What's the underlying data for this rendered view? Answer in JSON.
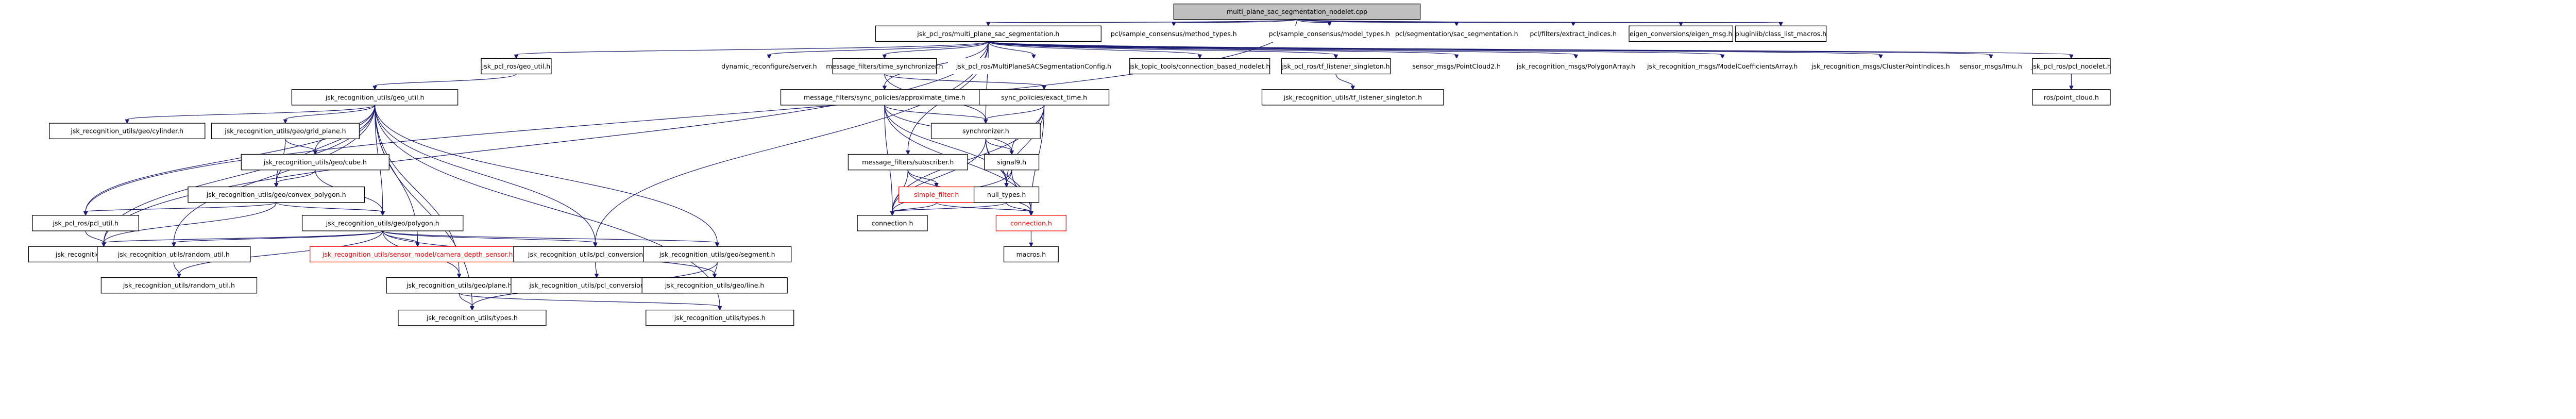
{
  "title": "multi_plane_sac_segmentation_nodelet.cpp",
  "nodes": {
    "root": "multi_plane_sac_segmentation_nodelet.cpp",
    "mpss_h": "jsk_pcl_ros/multi_plane_sac_segmentation.h",
    "sac_method": "pcl/sample_consensus/method_types.h",
    "sac_model": "pcl/sample_consensus/model_types.h",
    "sac_seg": "pcl/segmentation/sac_segmentation.h",
    "extract_idx": "pcl/filters/extract_indices.h",
    "eigen_msg": "eigen_conversions/eigen_msg.h",
    "class_list": "pluginlib/class_list_macros.h",
    "geo_util_ros": "jsk_pcl_ros/geo_util.h",
    "dyn_reconf": "dynamic_reconfigure/server.h",
    "time_sync": "message_filters/time_synchronizer.h",
    "mpss_cfg": "jsk_pcl_ros/MultiPlaneSACSegmentationConfig.h",
    "cbn": "jsk_topic_tools/connection_based_nodelet.h",
    "tf_listener": "jsk_pcl_ros/tf_listener_singleton.h",
    "pc2": "sensor_msgs/PointCloud2.h",
    "polyarr": "jsk_recognition_msgs/PolygonArray.h",
    "modelcoef": "jsk_recognition_msgs/ModelCoefficientsArray.h",
    "cpi": "jsk_recognition_msgs/ClusterPointIndices.h",
    "imu": "sensor_msgs/Imu.h",
    "pcl_nodelet": "jsk_pcl_ros/pcl_nodelet.h",
    "point_cloud": "ros/point_cloud.h",
    "ru_geo_util": "jsk_recognition_utils/geo_util.h",
    "sync_approx": "message_filters/sync_policies/approximate_time.h",
    "sync_exact": "sync_policies/exact_time.h",
    "ru_tf_listener": "jsk_recognition_utils/tf_listener_singleton.h",
    "cylinder": "jsk_recognition_utils/geo/cylinder.h",
    "grid_plane": "jsk_recognition_utils/geo/grid_plane.h",
    "synchronizer": "synchronizer.h",
    "cube": "jsk_recognition_utils/geo/cube.h",
    "mf_subscriber": "message_filters/subscriber.h",
    "signal9": "signal9.h",
    "convex_polygon": "jsk_recognition_utils/geo/convex_polygon.h",
    "simple_filter": "simple_filter.h",
    "null_types": "null_types.h",
    "polygon": "jsk_recognition_utils/geo/polygon.h",
    "pcl_util_ros": "jsk_pcl_ros/pcl_util.h",
    "connection_black": "connection.h",
    "connection_red": "connection.h",
    "ru_pcl_util": "jsk_recognition_utils/pcl_util.h",
    "random_util": "jsk_recognition_utils/random_util.h",
    "depth_sensor": "jsk_recognition_utils/sensor_model/camera_depth_sensor.h",
    "pcl_conv": "jsk_recognition_utils/pcl_conversion_util.h",
    "segment": "jsk_recognition_utils/geo/segment.h",
    "macros": "macros.h",
    "ru_random_util": "jsk_recognition_utils/random_util.h",
    "plane": "jsk_recognition_utils/geo/plane.h",
    "ru_pcl_conv": "jsk_recognition_utils/pcl_conversion_util.h",
    "line": "jsk_recognition_utils/geo/line.h",
    "geo_types": "jsk_recognition_utils/types.h",
    "ru_types": "jsk_recognition_utils/types.h"
  },
  "colors": {
    "edge": "#191970",
    "root_fill": "#bfbfbf",
    "truncated_border": "#ff0000"
  }
}
